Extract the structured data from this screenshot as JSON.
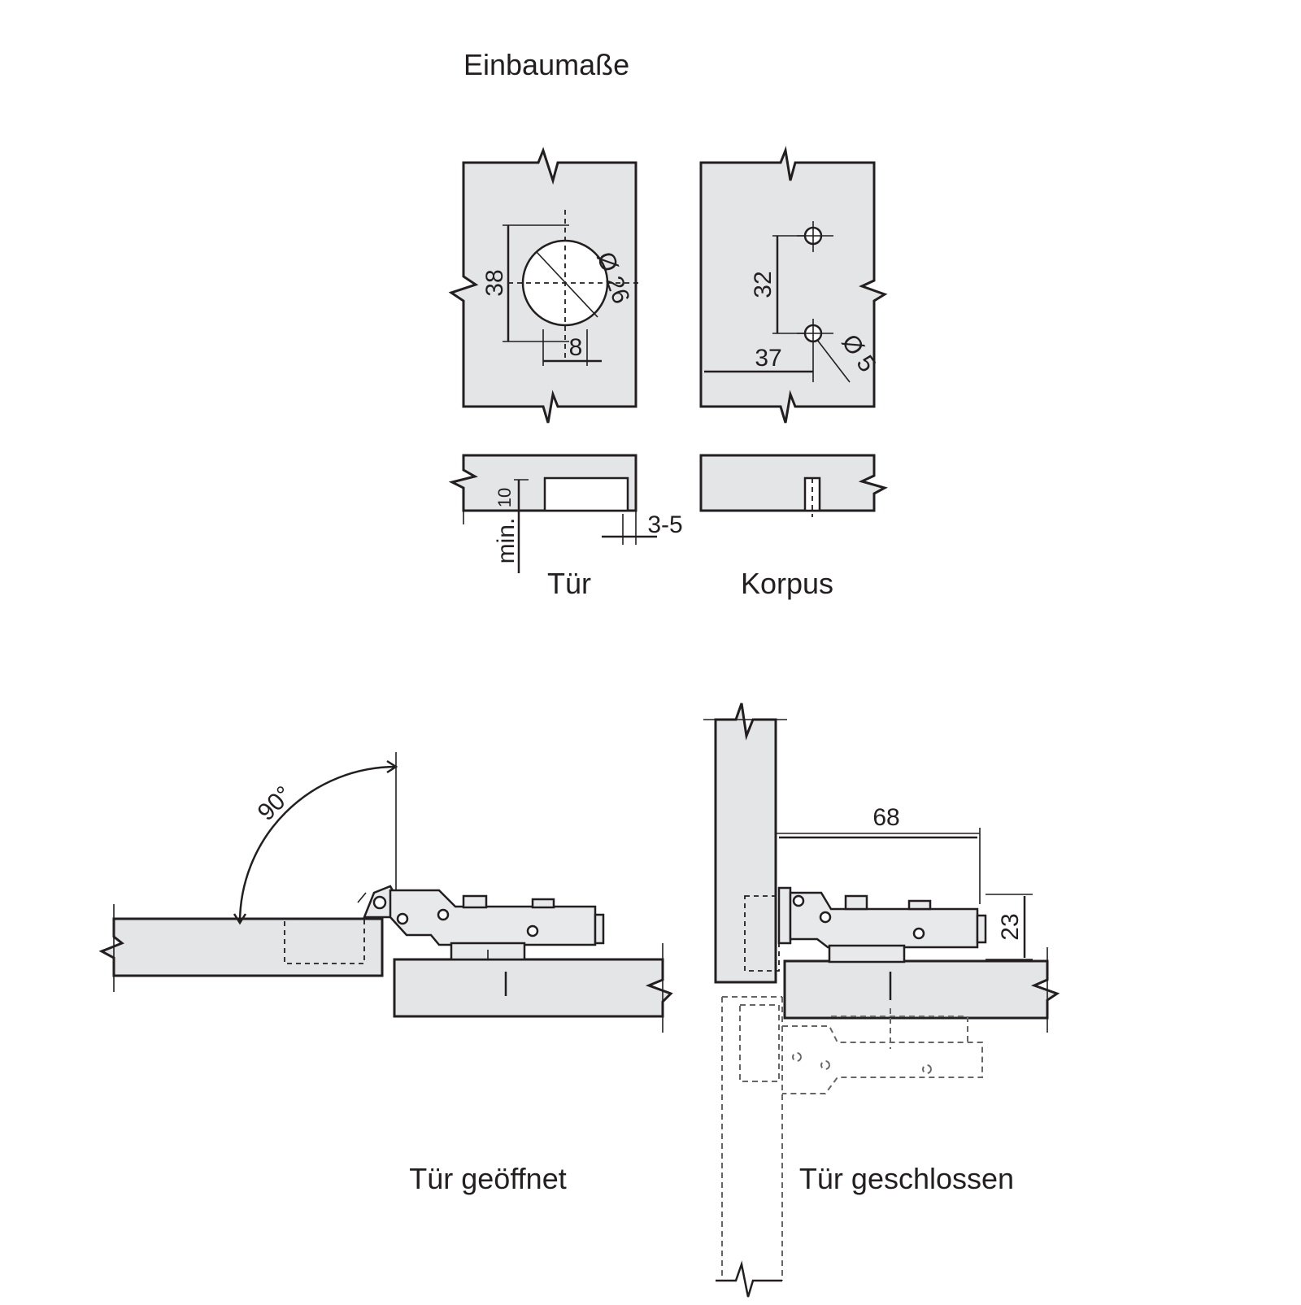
{
  "title": "Einbaumaße",
  "labels": {
    "door": "Tür",
    "body": "Korpus",
    "door_open": "Tür geöffnet",
    "door_closed": "Tür geschlossen"
  },
  "dimensions": {
    "door_spacing": "38",
    "cup_diameter": "Ø 26",
    "edge_distance": "8",
    "hole_spacing": "32",
    "body_distance": "37",
    "screw_diameter": "Ø 5",
    "depth_min": "min.",
    "depth_value": "10",
    "edge_range": "3-5",
    "opening_angle": "90°",
    "hinge_length": "68",
    "hinge_height": "23"
  }
}
